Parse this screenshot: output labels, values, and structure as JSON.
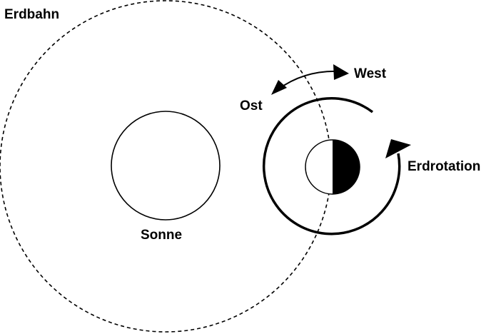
{
  "labels": {
    "orbit": "Erdbahn",
    "sun": "Sonne",
    "west": "West",
    "east": "Ost",
    "rotation": "Erdrotation"
  },
  "colors": {
    "stroke": "#000000",
    "fill": "#ffffff",
    "night_side": "#000000"
  }
}
